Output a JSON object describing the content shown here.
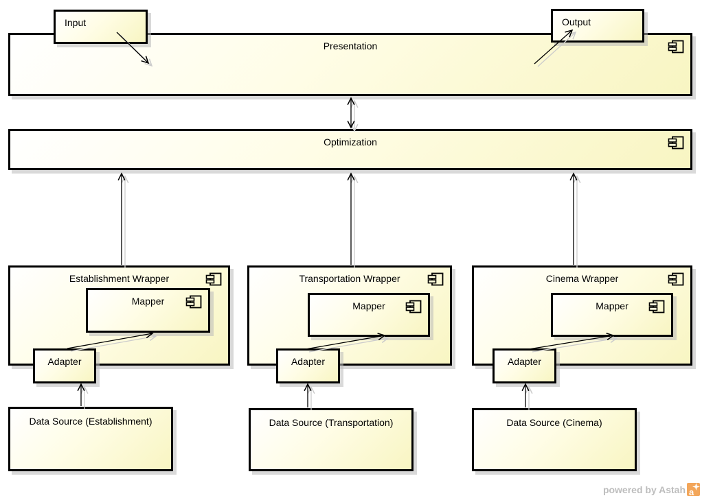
{
  "diagram": {
    "type": "uml-component-diagram",
    "presentation": {
      "label": "Presentation"
    },
    "optimization": {
      "label": "Optimization"
    },
    "input": {
      "label": "Input"
    },
    "output": {
      "label": "Output"
    },
    "wrappers": [
      {
        "label": "Establishment Wrapper",
        "mapper": "Mapper",
        "adapter": "Adapter",
        "data_source": "Data Source (Establishment)"
      },
      {
        "label": "Transportation Wrapper",
        "mapper": "Mapper",
        "adapter": "Adapter",
        "data_source": "Data Source (Transportation)"
      },
      {
        "label": "Cinema Wrapper",
        "mapper": "Mapper",
        "adapter": "Adapter",
        "data_source": "Data Source (Cinema)"
      }
    ],
    "connections": [
      {
        "from": "Input",
        "to": "Presentation",
        "type": "directed"
      },
      {
        "from": "Presentation",
        "to": "Output",
        "type": "directed"
      },
      {
        "from": "Presentation",
        "to": "Optimization",
        "type": "bidirectional"
      },
      {
        "from": "Establishment Wrapper",
        "to": "Optimization",
        "type": "directed"
      },
      {
        "from": "Transportation Wrapper",
        "to": "Optimization",
        "type": "directed"
      },
      {
        "from": "Cinema Wrapper",
        "to": "Optimization",
        "type": "directed"
      },
      {
        "from": "Adapter (Establishment)",
        "to": "Mapper (Establishment)",
        "type": "directed"
      },
      {
        "from": "Adapter (Transportation)",
        "to": "Mapper (Transportation)",
        "type": "directed"
      },
      {
        "from": "Adapter (Cinema)",
        "to": "Mapper (Cinema)",
        "type": "directed"
      },
      {
        "from": "Data Source (Establishment)",
        "to": "Adapter (Establishment)",
        "type": "directed"
      },
      {
        "from": "Data Source (Transportation)",
        "to": "Adapter (Transportation)",
        "type": "directed"
      },
      {
        "from": "Data Source (Cinema)",
        "to": "Adapter (Cinema)",
        "type": "directed"
      }
    ]
  },
  "watermark": {
    "text": "powered by Astah",
    "logo_letter": "a"
  },
  "colors": {
    "node_fill_start": "#ffffff",
    "node_fill_end": "#f8f5c2",
    "node_border": "#000000",
    "node_shadow": "#c5c5c5",
    "arrow": "#000000",
    "arrow_shadow": "#cccccc",
    "watermark_text": "#bdbdbd",
    "watermark_logo": "#f3a65a"
  }
}
